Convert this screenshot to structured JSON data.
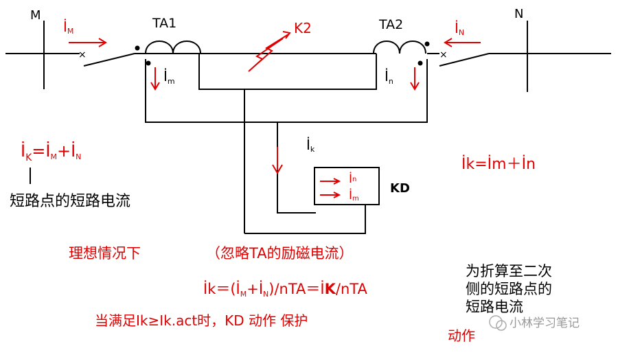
{
  "diagram": {
    "labels": {
      "bus_m": "M",
      "bus_n": "N",
      "ta1": "TA1",
      "ta2": "TA2",
      "fault": "K2",
      "relay": "KD"
    },
    "currents": {
      "i_m_primary": "İ",
      "i_m_primary_sub": "M",
      "i_n_primary": "İ",
      "i_n_primary_sub": "N",
      "i_m_secondary": "İ",
      "i_m_secondary_sub": "m",
      "i_n_secondary": "İ",
      "i_n_secondary_sub": "n",
      "i_k": "İ",
      "i_k_sub": "k",
      "relay_in": "İ",
      "relay_in_sub": "n",
      "relay_im": "İ",
      "relay_im_sub": "m"
    },
    "formulas": {
      "fault_current_main": "İ",
      "fault_current_sub": "K",
      "fault_current_rest": "=İ",
      "fault_current_m_sub": "M",
      "fault_current_plus": "+İ",
      "fault_current_n_sub": "N",
      "fault_current_caption": "短路点的短路电流",
      "relay_current": "İk=İm＋İn",
      "ideal_condition": "理想情况下",
      "ignore_note": "（忽略TA的励磁电流）",
      "secondary_formula": "İk＝(İ",
      "secondary_formula_m_sub": "M",
      "secondary_formula_plus": "+İ",
      "secondary_formula_n_sub": "N",
      "secondary_formula_rest": ")/nTA＝İ",
      "secondary_formula_k": "K",
      "secondary_formula_end": "/nTA",
      "secondary_note_line1": "为折算至二次",
      "secondary_note_line2": "侧的短路点的",
      "secondary_note_line3": "短路电流",
      "action_condition": "当满足Ik≥Ik.act时，KD 动作 保护",
      "action_word": "动作"
    },
    "watermark": "小林学习笔记",
    "colors": {
      "annotation": "#e00000",
      "wiring": "#000000"
    }
  }
}
